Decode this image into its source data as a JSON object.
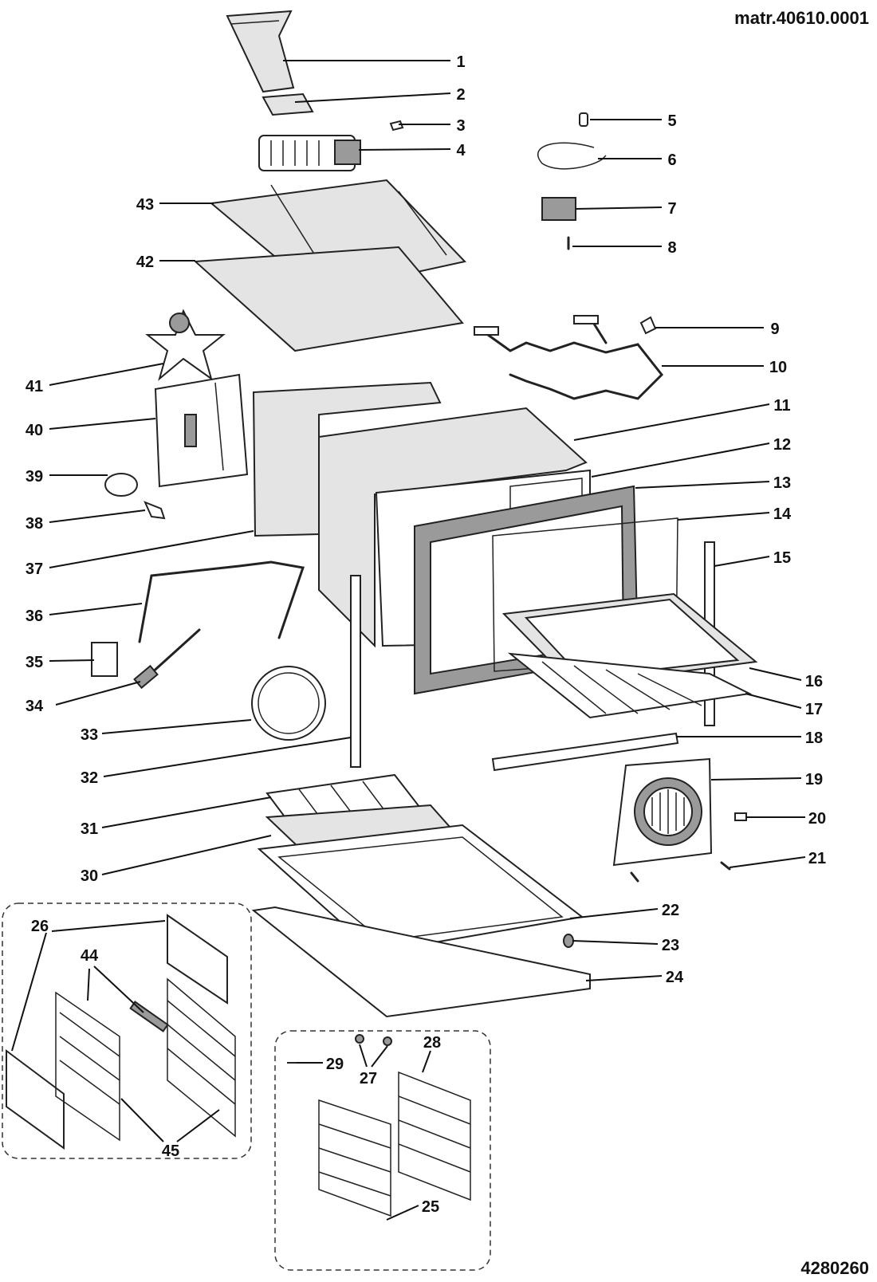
{
  "document": {
    "reference_top": "matr.40610.0001",
    "reference_bottom": "4280260"
  },
  "callouts": [
    "1",
    "2",
    "3",
    "4",
    "5",
    "6",
    "7",
    "8",
    "9",
    "10",
    "11",
    "12",
    "13",
    "14",
    "15",
    "16",
    "17",
    "18",
    "19",
    "20",
    "21",
    "22",
    "23",
    "24",
    "25",
    "26",
    "27",
    "28",
    "29",
    "30",
    "31",
    "32",
    "33",
    "34",
    "35",
    "36",
    "37",
    "38",
    "39",
    "40",
    "41",
    "42",
    "43",
    "44",
    "45"
  ]
}
